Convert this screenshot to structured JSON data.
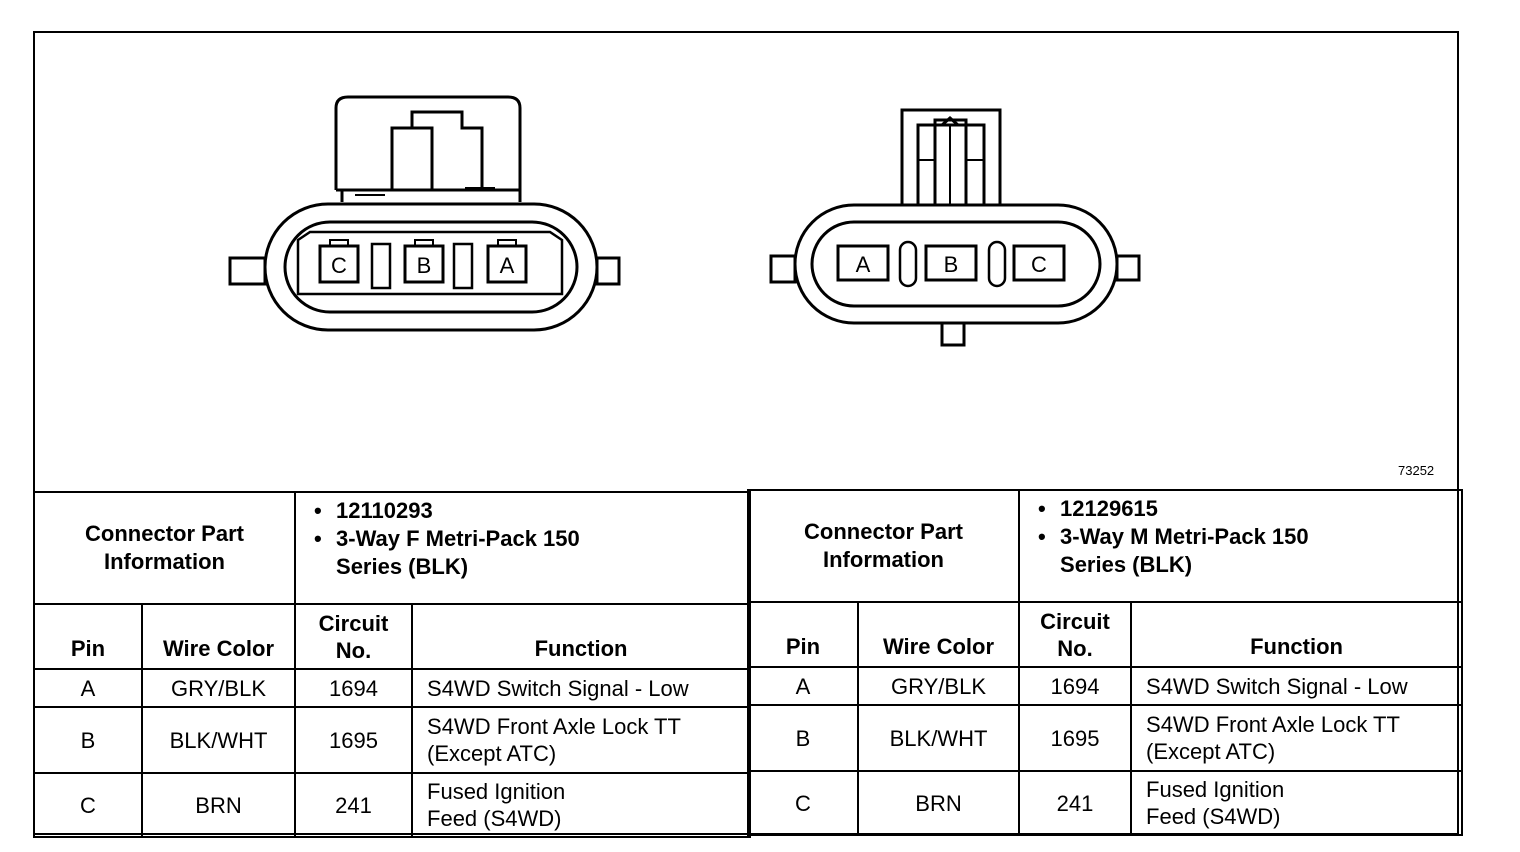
{
  "figure_id": "73252",
  "female_connector": {
    "cavities": [
      "C",
      "B",
      "A"
    ]
  },
  "male_connector": {
    "cavities": [
      "A",
      "B",
      "C"
    ]
  },
  "tables": [
    {
      "part_info_label_line1": "Connector Part",
      "part_info_label_line2": "Information",
      "part_number": "12110293",
      "description_line1": "3-Way F Metri-Pack 150",
      "description_line2": "Series (BLK)",
      "headers": {
        "pin": "Pin",
        "wire_color": "Wire Color",
        "circuit_line1": "Circuit",
        "circuit_line2": "No.",
        "function": "Function"
      },
      "rows": [
        {
          "pin": "A",
          "wire_color": "GRY/BLK",
          "circuit": "1694",
          "function_line1": "S4WD Switch Signal - Low",
          "function_line2": ""
        },
        {
          "pin": "B",
          "wire_color": "BLK/WHT",
          "circuit": "1695",
          "function_line1": "S4WD Front Axle Lock TT",
          "function_line2": "(Except ATC)"
        },
        {
          "pin": "C",
          "wire_color": "BRN",
          "circuit": "241",
          "function_line1": "Fused Ignition",
          "function_line2": "Feed (S4WD)"
        }
      ]
    },
    {
      "part_info_label_line1": "Connector Part",
      "part_info_label_line2": "Information",
      "part_number": "12129615",
      "description_line1": "3-Way M Metri-Pack 150",
      "description_line2": "Series (BLK)",
      "headers": {
        "pin": "Pin",
        "wire_color": "Wire Color",
        "circuit_line1": "Circuit",
        "circuit_line2": "No.",
        "function": "Function"
      },
      "rows": [
        {
          "pin": "A",
          "wire_color": "GRY/BLK",
          "circuit": "1694",
          "function_line1": "S4WD Switch Signal - Low",
          "function_line2": ""
        },
        {
          "pin": "B",
          "wire_color": "BLK/WHT",
          "circuit": "1695",
          "function_line1": "S4WD Front Axle Lock TT",
          "function_line2": "(Except ATC)"
        },
        {
          "pin": "C",
          "wire_color": "BRN",
          "circuit": "241",
          "function_line1": "Fused Ignition",
          "function_line2": "Feed (S4WD)"
        }
      ]
    }
  ]
}
